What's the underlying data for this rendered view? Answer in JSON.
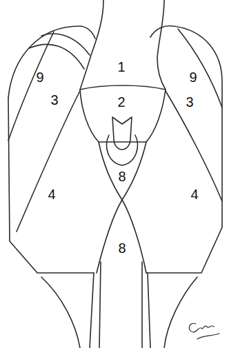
{
  "diagram": {
    "labels": [
      "1",
      "9",
      "9",
      "3",
      "2",
      "3",
      "8",
      "4",
      "4",
      "8"
    ]
  }
}
